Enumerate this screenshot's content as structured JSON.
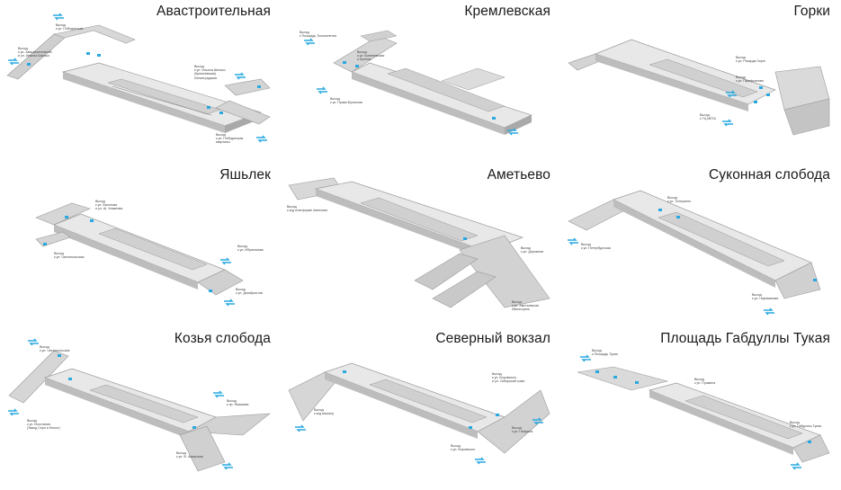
{
  "colors": {
    "accent": "#29a9e0",
    "structure": "#c9c9c9",
    "structure_dark": "#9a9a9a",
    "floor": "#e6e6e6"
  },
  "panels": [
    {
      "title": "Авастроительная",
      "exits": [
        "Выход\nк ул. Побединская",
        "Выход\nк ул. Авастроительной\nи ул. Ильича Шенько",
        "Выход\nк ул. Ильича Шенько\n(Кремлевская) Ленинградская",
        "Выход\nк ул. Побединская\nкварталы"
      ]
    },
    {
      "title": "Кремлевская",
      "exits": [
        "Выход\nк Площадь Тысячелетия",
        "Выход\nк ул. Кремлевская\nи Кремль",
        "Выход\nк ул. Право-Булачная"
      ]
    },
    {
      "title": "Горки",
      "exits": [
        "Выход\nк ул. Рихарда Зорге",
        "Выход\nк ул. Гарифьянова",
        "Выход\nк ТЦ МЕГА"
      ]
    },
    {
      "title": "Яшьлек",
      "exits": [
        "Выход\nк ул. Вахитова\nи ул. Ш. Усманова",
        "Выход\nк ул. Чистопольская",
        "Выход\nк ул. Ибрагимова",
        "Выход\nк ул. Декабристов"
      ]
    },
    {
      "title": "Аметьево",
      "exits": [
        "Выход\nк ж/д платформе Аметьево",
        "Выход\nк ул. Дорожная",
        "Выход\nк ул. Аметьевская Магистраль"
      ]
    },
    {
      "title": "Суконная слобода",
      "exits": [
        "Выход\nк ул. Эсперанто",
        "Выход\nк ул. Петербургская",
        "Выход\nк ул. Нариманова"
      ]
    },
    {
      "title": "Козья слобода",
      "exits": [
        "Выход\nк ул. Чистопольская",
        "Выход\nк ул. Восстания\n(Завод Серп и Молот)",
        "Выход\nк ул. Ф. Амирхана",
        "Выход\nк пр. Ямашева"
      ]
    },
    {
      "title": "Северный вокзал",
      "exits": [
        "Выход\nк ж/д вокзалу",
        "Выход\nк ул. Воровского\nи ул. Сибирский тракт",
        "Выход\nк ул. Гагарина",
        "Выход\nк ул. Воровского"
      ]
    },
    {
      "title": "Площадь Габдуллы Тукая",
      "exits": [
        "Выход\nк Площадь Тукая",
        "Выход\nк ул. Пушкина",
        "Выход\nк ул. Габдуллы Тукая"
      ]
    }
  ]
}
